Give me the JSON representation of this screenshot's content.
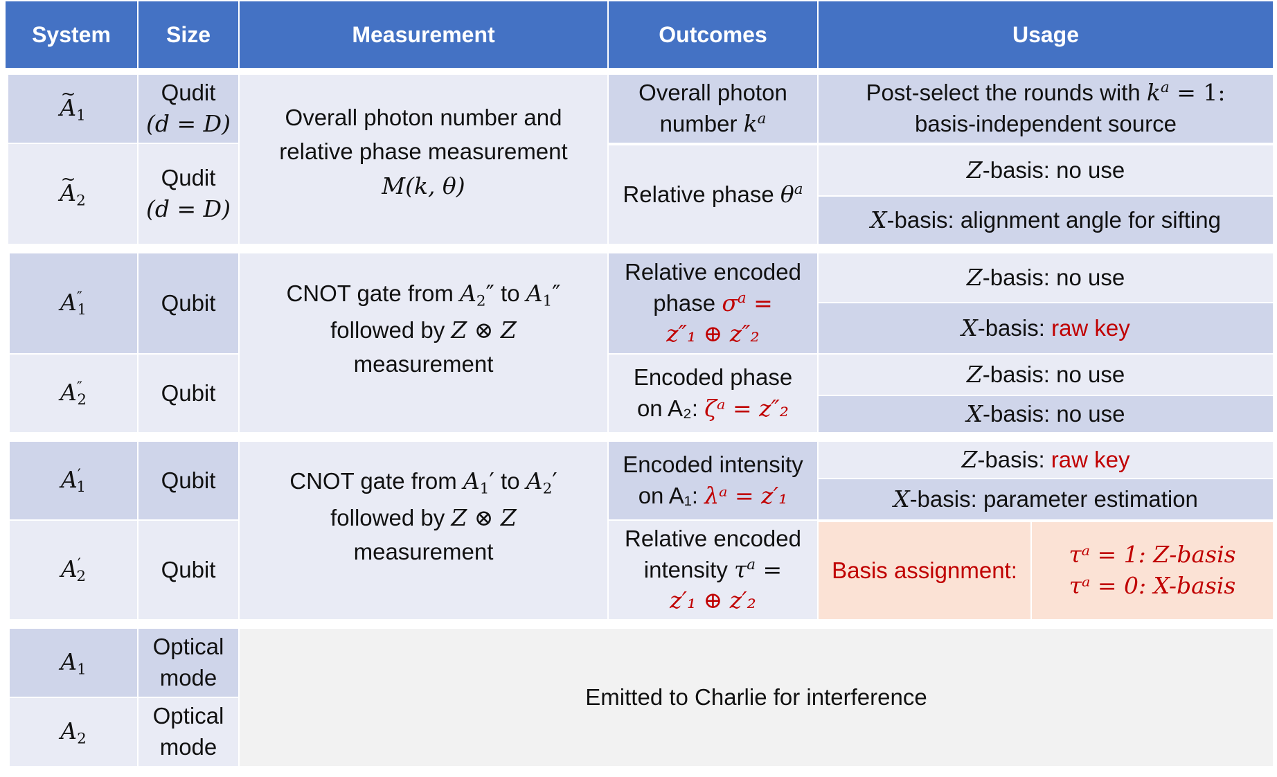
{
  "header": {
    "system": "System",
    "size": "Size",
    "measurement": "Measurement",
    "outcomes": "Outcomes",
    "usage": "Usage"
  },
  "systems": {
    "a1_tilde": "A",
    "a1_tilde_sub": "1",
    "a2_tilde": "A",
    "a2_tilde_sub": "2",
    "a1pp": "A",
    "a1pp_sub": "1",
    "a1pp_prime": "″",
    "a2pp": "A",
    "a2pp_sub": "2",
    "a2pp_prime": "″",
    "a1p": "A",
    "a1p_sub": "1",
    "a1p_prime": "′",
    "a2p": "A",
    "a2p_sub": "2",
    "a2p_prime": "′",
    "a1": "A",
    "a1_sub": "1",
    "a2": "A",
    "a2_sub": "2"
  },
  "sizes": {
    "qudit": "Qudit",
    "qudit_dim": "(d = D)",
    "qubit": "Qubit",
    "optical1": "Optical",
    "optical2": "mode"
  },
  "measurements": {
    "group1_line1": "Overall photon number and",
    "group1_line2": "relative phase measurement",
    "group1_line3": "M(k, θ)",
    "group2_line1_a": "CNOT gate from ",
    "group2_line1_b": " to ",
    "group2_line2_a": "followed by ",
    "group2_line2_b": "Z ⊗ Z",
    "group2_line3": "measurement",
    "group3_line1_a": "CNOT gate from ",
    "group3_line1_b": " to ",
    "group3_line2_a": "followed by ",
    "group3_line2_b": "Z ⊗ Z",
    "group3_line3": "measurement",
    "group4": "Emitted to Charlie for interference"
  },
  "outcomes": {
    "photon_l1": "Overall photon",
    "photon_l2": "number ",
    "photon_var": "k",
    "photon_sup": "a",
    "phase_text": "Relative phase ",
    "phase_var": "θ",
    "phase_sup": "a",
    "rel_enc_phase_l1": "Relative encoded",
    "rel_enc_phase_l2": "phase ",
    "rel_enc_phase_var": "σ",
    "rel_enc_phase_sup": "a",
    "rel_enc_phase_eq": " =",
    "rel_enc_phase_l3": "z″₁ ⊕ z″₂",
    "enc_phase_l1": "Encoded phase",
    "enc_phase_l2": "on A₂: ",
    "enc_phase_eq": "ζᵃ = z″₂",
    "enc_int_l1": "Encoded intensity",
    "enc_int_l2": "on A₁: ",
    "enc_int_eq": "λᵃ = z′₁",
    "rel_enc_int_l1": "Relative encoded",
    "rel_enc_int_l2": "intensity ",
    "rel_enc_int_var": "τ",
    "rel_enc_int_sup": "a",
    "rel_enc_int_eq": " =",
    "rel_enc_int_l3": "z′₁ ⊕ z′₂"
  },
  "usage": {
    "postselect_l1_a": "Post-select the rounds with ",
    "postselect_l1_var": "k",
    "postselect_l1_sup": "a",
    "postselect_l1_b": " = 1:",
    "postselect_l2": "basis-independent source",
    "z_basis": "Z",
    "x_basis": "X",
    "basis_suffix": "-basis: ",
    "no_use": "no use",
    "alignment": "alignment angle for sifting",
    "raw_key": "raw key",
    "param_est": "parameter estimation",
    "basis_assignment": "Basis assignment:",
    "assign_l1": "τᵃ = 1:  Z-basis",
    "assign_l2": "τᵃ = 0:  X-basis"
  },
  "colors": {
    "header_bg": "#4472c4",
    "row_dark": "#cfd5ea",
    "row_light": "#e9ebf5",
    "emitted_bg": "#f2f2f2",
    "assignment_bg": "#fbe2d5",
    "highlight_red": "#c00000"
  }
}
